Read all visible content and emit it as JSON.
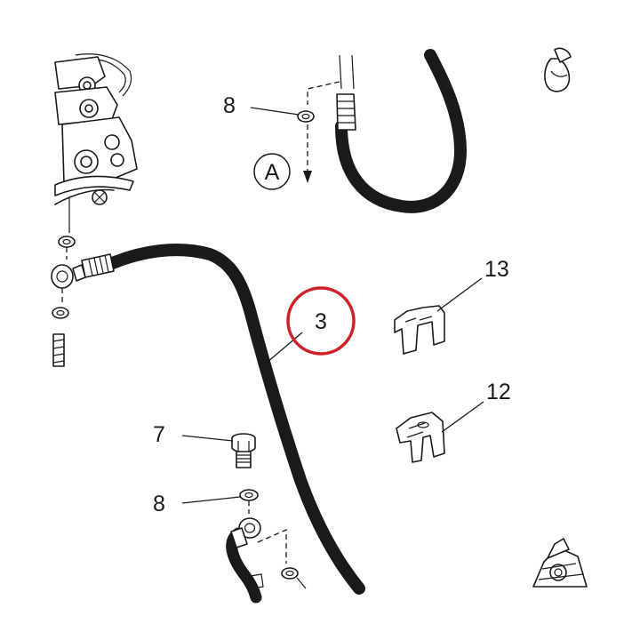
{
  "callouts": {
    "part_8_top": "8",
    "view_a": "A",
    "part_3": "3",
    "part_13": "13",
    "part_12": "12",
    "part_7": "7",
    "part_8_bottom": "8"
  },
  "highlight_color": "#d0202a",
  "line_color": "#1a1a1a"
}
